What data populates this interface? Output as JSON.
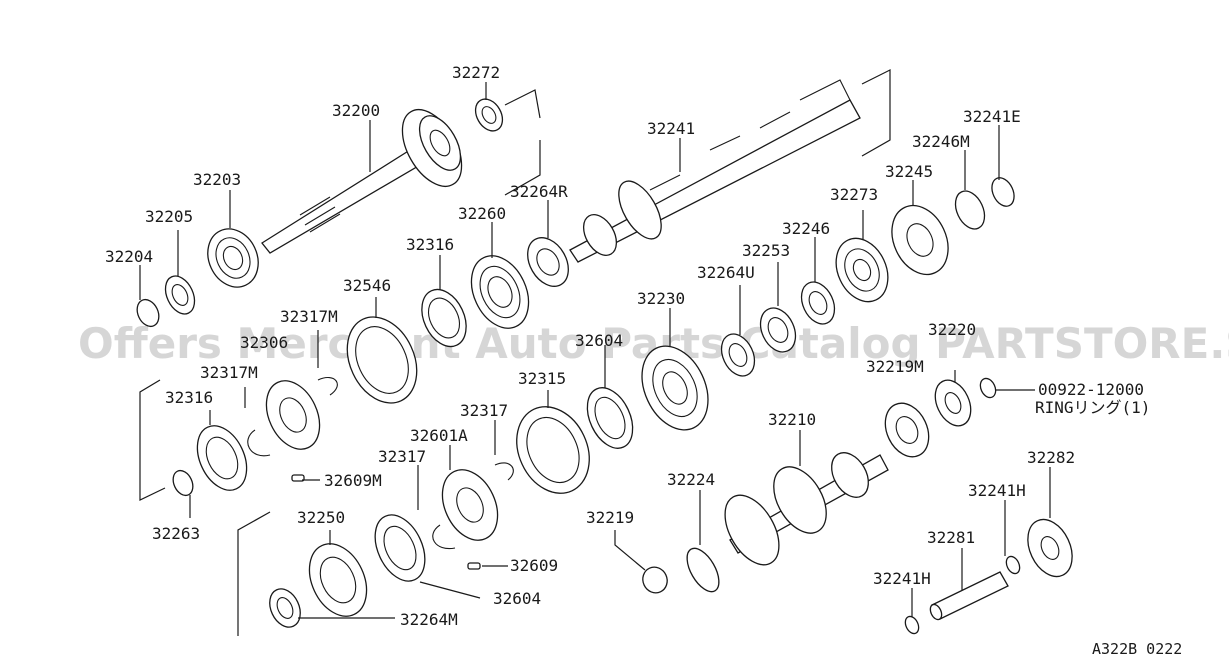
{
  "watermark": "Offers Merchant Auto Parts Catalog PARTSTORE.SA",
  "diagram_code": "A322B 0222",
  "labels": {
    "p32272": "32272",
    "p32200": "32200",
    "p32241": "32241",
    "p32241E": "32241E",
    "p32246M": "32246M",
    "p32203": "32203",
    "p32245": "32245",
    "p32273": "32273",
    "p32264R": "32264R",
    "p32205": "32205",
    "p32260": "32260",
    "p32246": "32246",
    "p32204": "32204",
    "p32316a": "32316",
    "p32253": "32253",
    "p32264U": "32264U",
    "p32546": "32546",
    "p32230": "32230",
    "p32317Ma": "32317M",
    "p32306": "32306",
    "p32604a": "32604",
    "p32220": "32220",
    "p32317Mb": "32317M",
    "p32219M": "32219M",
    "p00922": "00922-12000",
    "ring": "RINGリング(1)",
    "p32316b": "32316",
    "p32315": "32315",
    "p32317a": "32317",
    "p32210": "32210",
    "p32601A": "32601A",
    "p32282": "32282",
    "p32317b": "32317",
    "p32609M": "32609M",
    "p32224": "32224",
    "p32241Ha": "32241H",
    "p32263": "32263",
    "p32250": "32250",
    "p32219": "32219",
    "p32281": "32281",
    "p32609": "32609",
    "p32604b": "32604",
    "p32241Hb": "32241H",
    "p32264M": "32264M"
  }
}
